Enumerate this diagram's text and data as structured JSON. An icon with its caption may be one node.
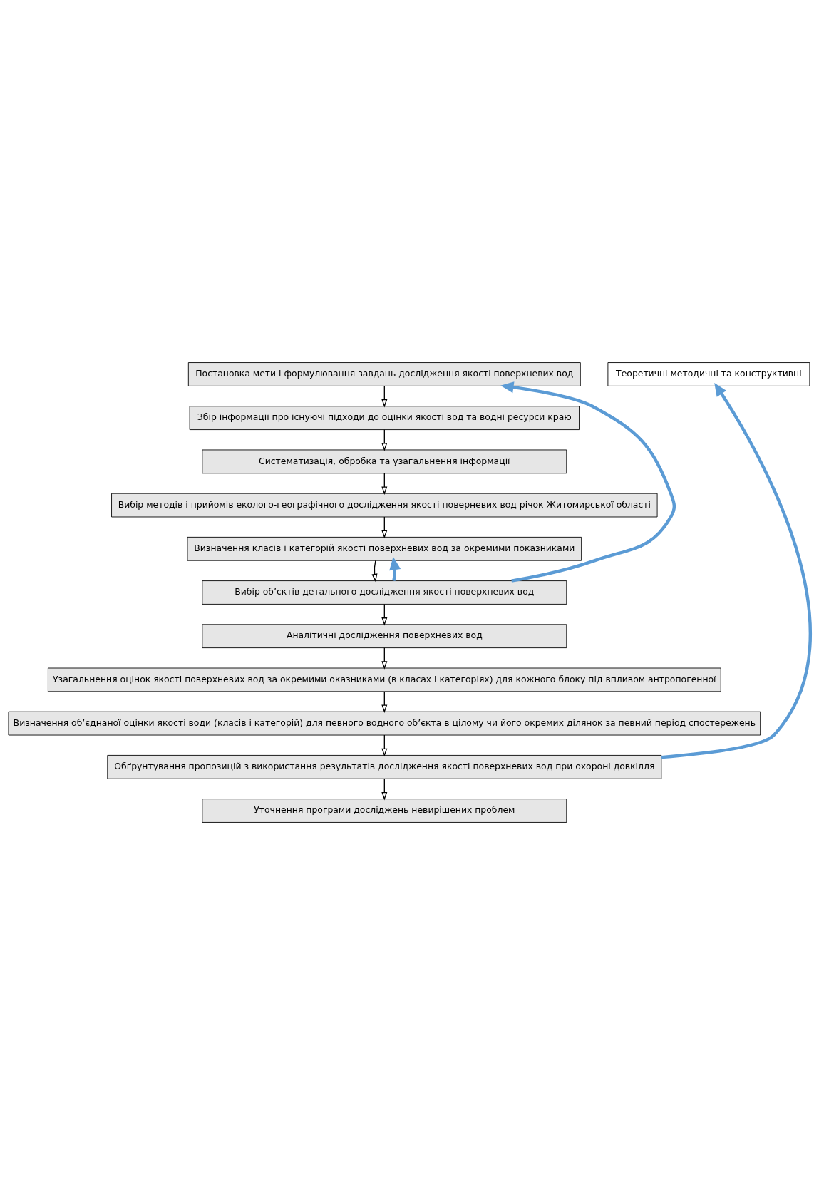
{
  "diagram": {
    "nodes": [
      {
        "text": [
          "Постановка мети і формулювання завдань дослідження якості поверхневих вод"
        ]
      },
      {
        "text": [
          "Збір інформації про існуючі підходи до оцінки якості вод та водні ресурси краю"
        ]
      },
      {
        "text": [
          "Систематизація, обробка та узагальнення інформації"
        ]
      },
      {
        "text": [
          "Вибір методів і прийомів еколого-географічного дослідження якості поверневих вод річок Житомирської області"
        ]
      },
      {
        "text": [
          "Визначення класів і категорій якості поверхневих вод за окремими показниками"
        ]
      },
      {
        "text": [
          "Вибір об’єктів детального дослідження якості поверхневих вод"
        ]
      },
      {
        "text": [
          "Аналітичні дослідження поверхневих вод"
        ]
      },
      {
        "text": [
          "Узагальнення оцінок якості поверхневих вод за окремими оказниками (в класах і категоріях) для кожного блоку під впливом антропогенної"
        ]
      },
      {
        "text": [
          "Визначення об’єднаної оцінки якості води (класів і категорій) для певного водного об’єкта в цілому чи його окремих ділянок за певний період спостережень"
        ]
      },
      {
        "text": [
          "Обґрунтування пропозицій з використання результатів дослідження якості поверхневих вод при охороні довкілля"
        ]
      },
      {
        "text": [
          "Уточнення програми досліджень невирішених проблем"
        ]
      },
      {
        "text": [
          "Теоретичні методичні та конструктивні"
        ]
      }
    ],
    "edges": [
      {
        "from": 0,
        "to": 1,
        "arrow": "to"
      },
      {
        "from": 1,
        "to": 2,
        "arrow": "to"
      },
      {
        "from": 2,
        "to": 3,
        "arrow": "to"
      },
      {
        "from": 3,
        "to": 4,
        "arrow": "to"
      },
      {
        "from": 4,
        "to": 5,
        "arrow": "to"
      },
      {
        "from": 5,
        "to": 6,
        "arrow": "to"
      },
      {
        "from": 6,
        "to": 7,
        "arrow": "to"
      },
      {
        "from": 7,
        "to": 8,
        "arrow": "to"
      },
      {
        "from": 8,
        "to": 9,
        "arrow": "to"
      },
      {
        "from": 9,
        "to": 10,
        "arrow": "to"
      },
      {
        "from": 5,
        "to": 0,
        "arrow": "to",
        "style": "thick",
        "color": "#5b9bd5"
      },
      {
        "from": 5,
        "to": 4,
        "arrow": "to",
        "style": "thick",
        "color": "#5b9bd5"
      },
      {
        "from": 9,
        "to": 11,
        "arrow": "to",
        "style": "thick",
        "color": "#5b9bd5"
      }
    ]
  }
}
